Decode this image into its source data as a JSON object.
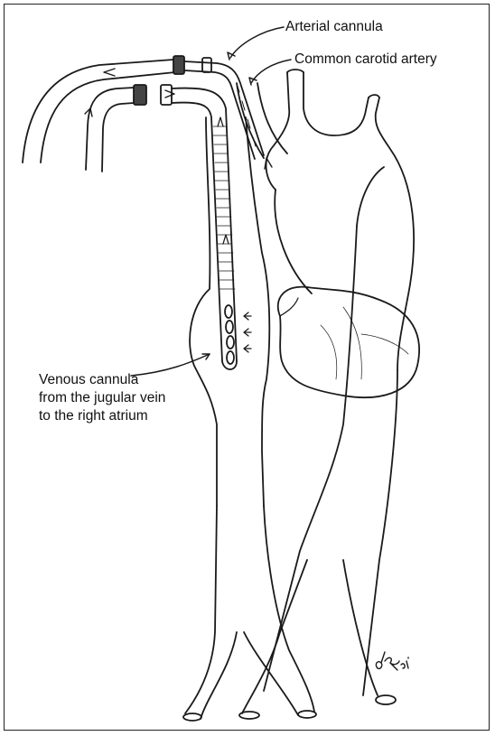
{
  "labels": {
    "arterial_cannula": "Arterial cannula",
    "common_carotid_artery": "Common carotid artery",
    "venous_cannula_line1": "Venous cannula",
    "venous_cannula_line2": "from the jugular vein",
    "venous_cannula_line3": "to the right atrium"
  },
  "signature_text": "dRosi",
  "colors": {
    "line": "#1a1a1a",
    "border": "#222222",
    "background": "#ffffff"
  }
}
